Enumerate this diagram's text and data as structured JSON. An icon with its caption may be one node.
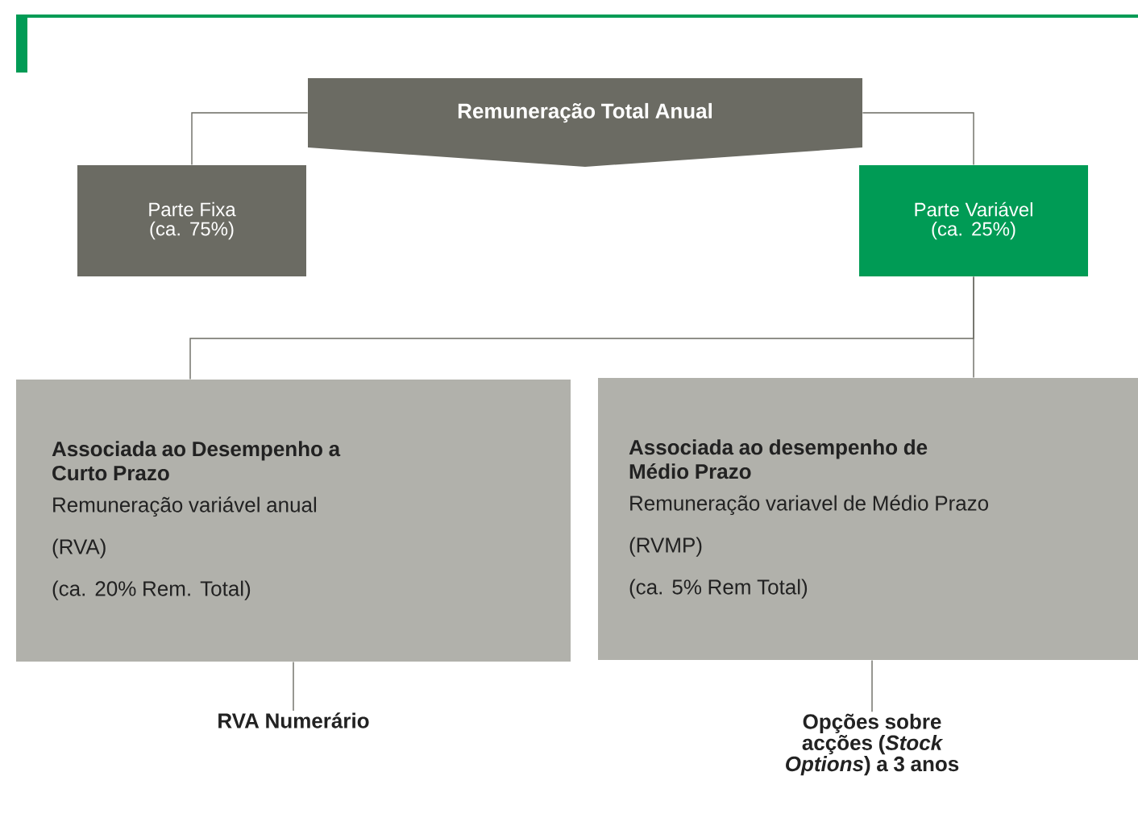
{
  "diagram": {
    "nodes": [
      {
        "text": [
          "Remuneração Total Anual"
        ]
      },
      {
        "text": [
          "Parte Fixa (ca. 75%)"
        ]
      },
      {
        "text": [
          "Parte Variável (ca. 25%)"
        ]
      },
      {
        "text": [
          "Associada ao Desempenho a Curto Prazo",
          "Remuneração variável anual",
          "(RVA)",
          "(ca. 20% Rem. Total)"
        ]
      },
      {
        "text": [
          "Associada ao desempenho de Médio Prazo",
          "Remuneração variavel de Médio Prazo",
          "(RVMP)",
          "(ca. 5% Rem Total)"
        ]
      },
      {
        "text": [
          "RVA Numerário"
        ]
      },
      {
        "text": [
          "Opções sobre acções (*Stock Options*) a 3 anos"
        ]
      }
    ],
    "edges": [
      {
        "from": 0,
        "to": 1,
        "arrow": "none"
      },
      {
        "from": 0,
        "to": 2,
        "arrow": "none"
      },
      {
        "from": 2,
        "to": 3,
        "arrow": "none"
      },
      {
        "from": 2,
        "to": 4,
        "arrow": "none"
      },
      {
        "from": 3,
        "to": 5,
        "arrow": "none"
      },
      {
        "from": 4,
        "to": 6,
        "arrow": "none"
      }
    ]
  }
}
